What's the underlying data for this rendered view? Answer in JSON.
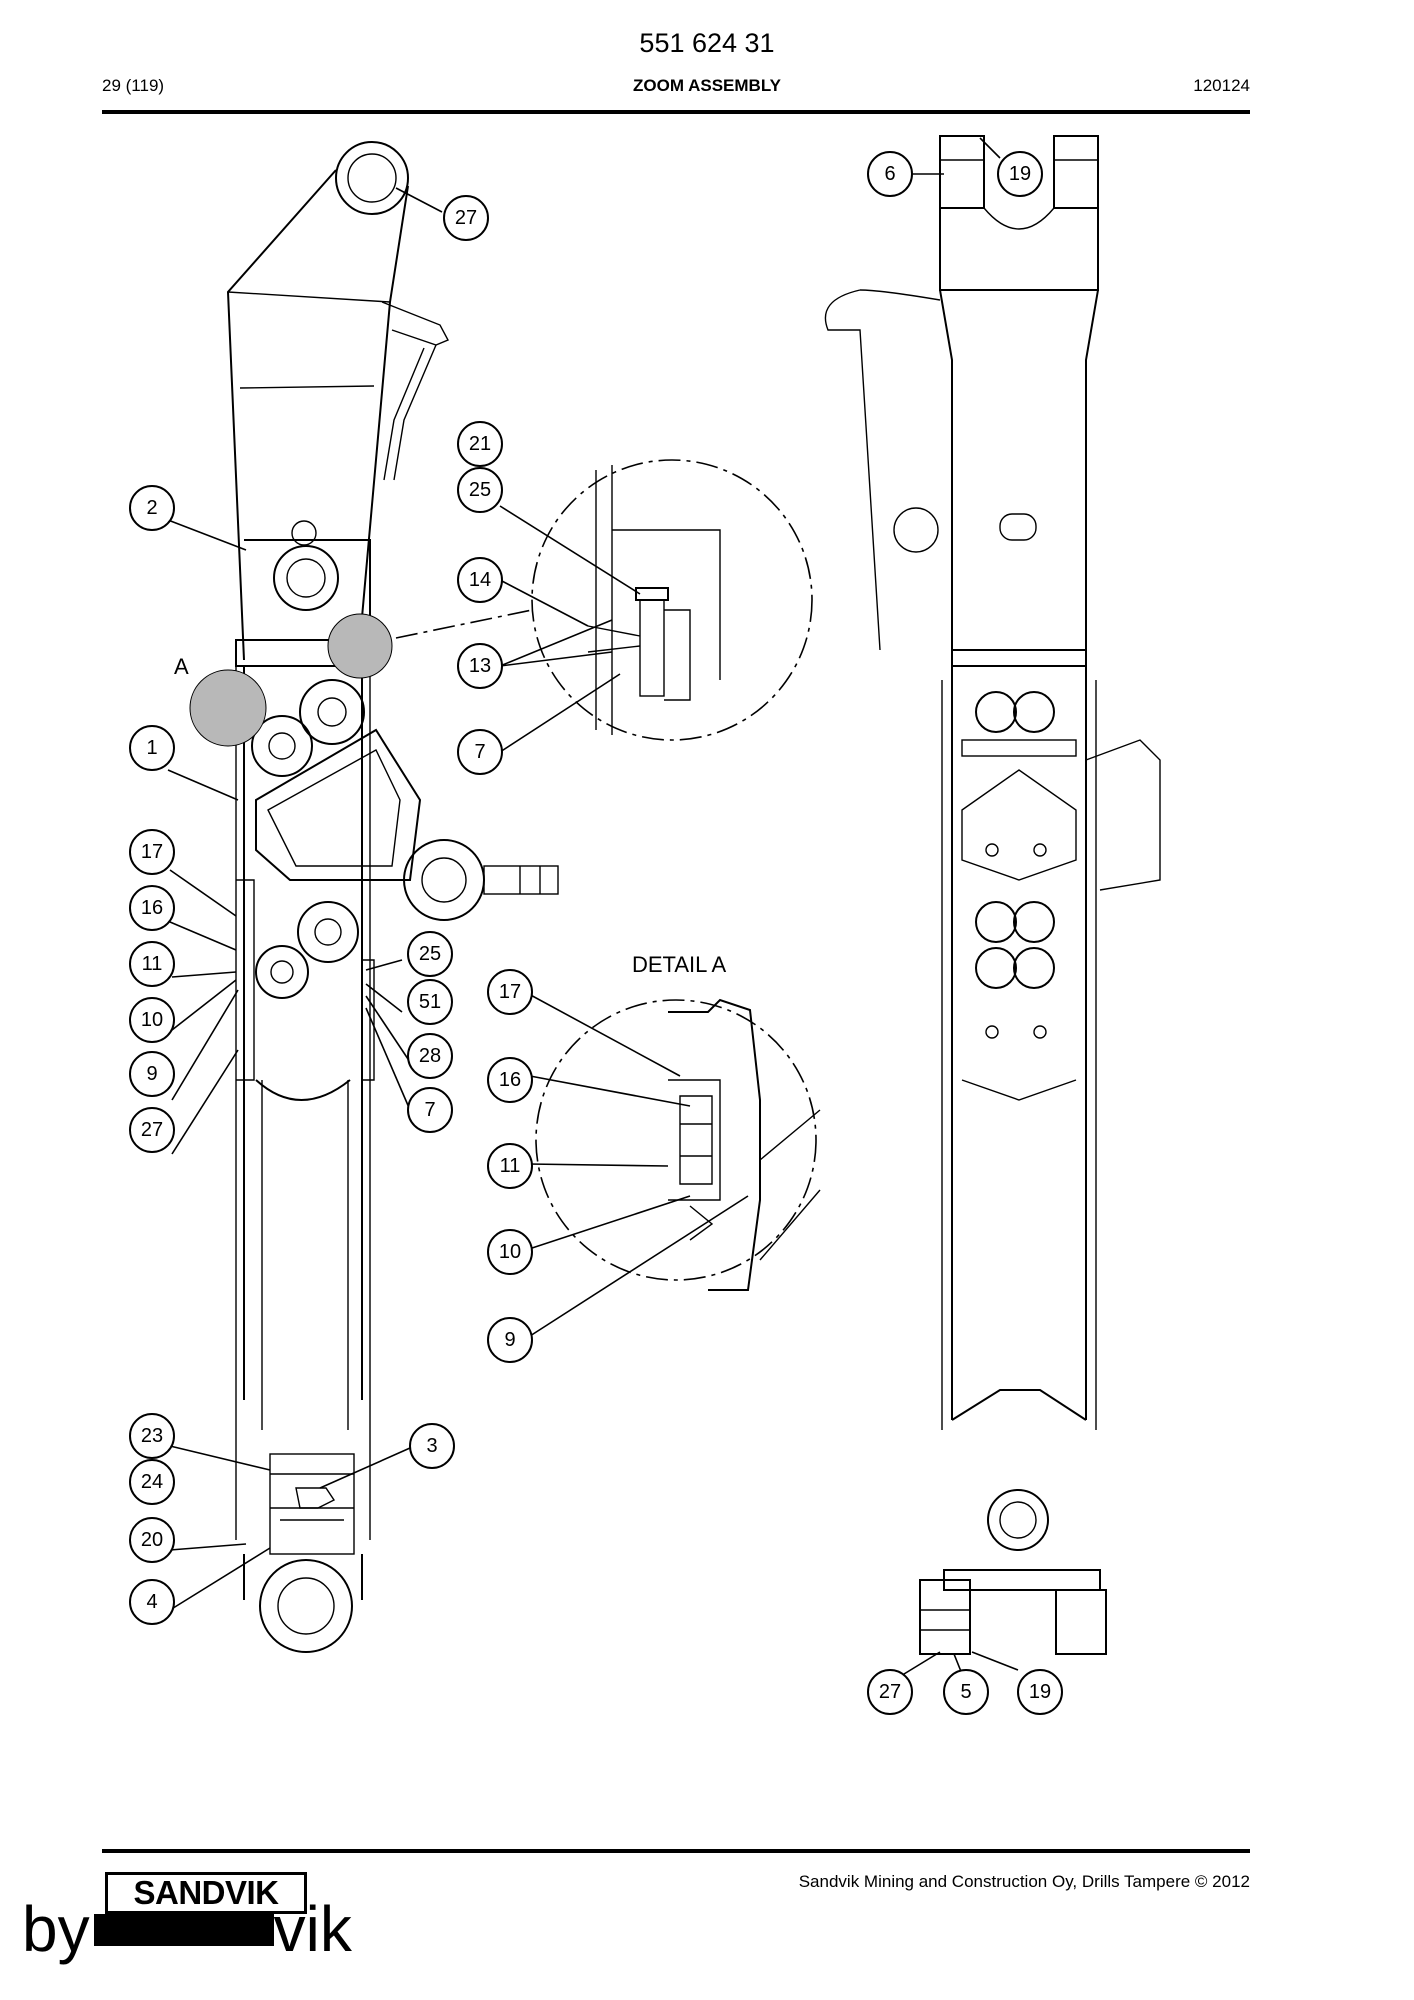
{
  "header": {
    "part_number": "551 624 31",
    "page": "29 (119)",
    "title": "ZOOM ASSEMBLY",
    "date_code": "120124"
  },
  "drawing": {
    "view_label_a": "A",
    "detail_label": "DETAIL A",
    "callouts_left_view": [
      "27",
      "2",
      "1",
      "17",
      "16",
      "11",
      "10",
      "9",
      "27",
      "25",
      "51",
      "28",
      "7",
      "23",
      "24",
      "20",
      "4",
      "3"
    ],
    "callouts_detail_upper": [
      "21",
      "25",
      "14",
      "13",
      "7"
    ],
    "callouts_detail_a": [
      "17",
      "16",
      "11",
      "10",
      "9"
    ],
    "callouts_right_view": [
      "6",
      "19",
      "27",
      "5",
      "19"
    ]
  },
  "footer": {
    "company": "Sandvik Mining and Construction Oy, Drills Tampere © 2012",
    "logo_text": "SANDVIK",
    "byline_prefix": "by",
    "byline_suffix": "vik"
  }
}
